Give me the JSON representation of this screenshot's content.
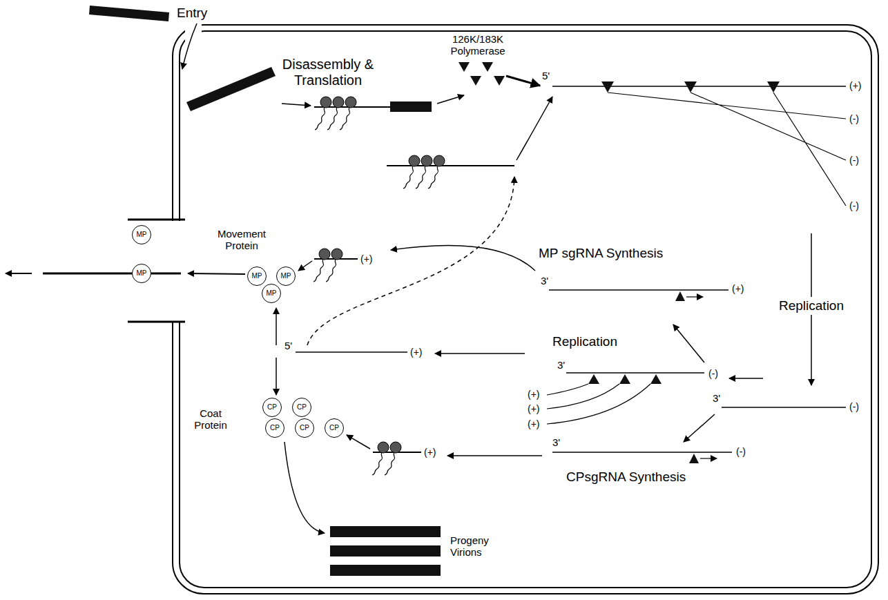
{
  "diagram": {
    "nodes": [
      {
        "text": [
          "MP"
        ]
      },
      {
        "text": [
          "MP"
        ]
      },
      {
        "text": [
          "MP"
        ]
      },
      {
        "text": [
          "MP"
        ]
      },
      {
        "text": [
          "MP"
        ]
      },
      {
        "text": [
          "CP"
        ]
      },
      {
        "text": [
          "CP"
        ]
      },
      {
        "text": [
          "CP"
        ]
      },
      {
        "text": [
          "CP"
        ]
      },
      {
        "text": [
          "CP"
        ]
      }
    ],
    "labels": [
      "Entry",
      "Disassembly & Translation",
      "126K/183K Polymerase",
      "5'",
      "(+)",
      "(-)",
      "(-)",
      "(-)",
      "Movement Protein",
      "(+)",
      "MP sgRNA Synthesis",
      "3'",
      "(+)",
      "Replication",
      "Replication",
      "5'",
      "(+)",
      "3'",
      "(-)",
      "(+)",
      "(+)",
      "(+)",
      "3'",
      "(-)",
      "Coat Protein",
      "(+)",
      "3'",
      "(-)",
      "CPsgRNA Synthesis",
      "Progeny Virions"
    ]
  }
}
